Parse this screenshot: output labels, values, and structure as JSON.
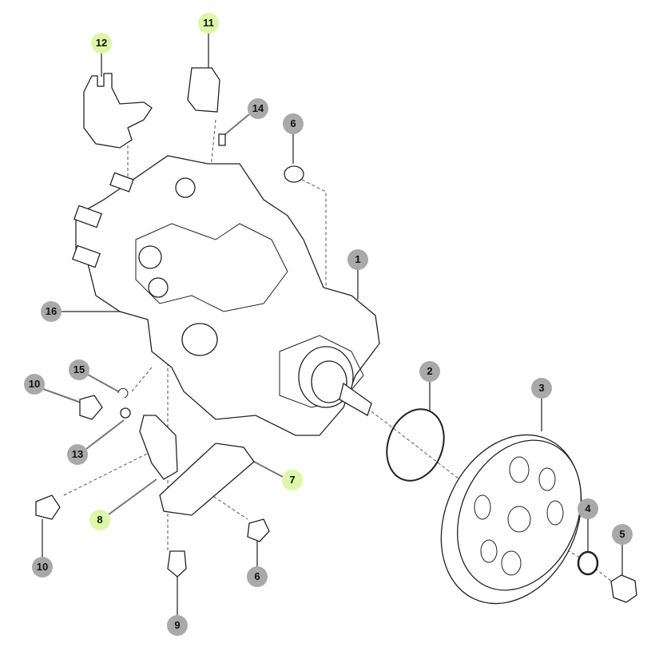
{
  "callouts": [
    {
      "label": "12",
      "highlight": true
    },
    {
      "label": "11",
      "highlight": true
    },
    {
      "label": "14",
      "highlight": false
    },
    {
      "label": "6",
      "highlight": false
    },
    {
      "label": "1",
      "highlight": false
    },
    {
      "label": "16",
      "highlight": false
    },
    {
      "label": "2",
      "highlight": false
    },
    {
      "label": "3",
      "highlight": false
    },
    {
      "label": "15",
      "highlight": false
    },
    {
      "label": "10",
      "highlight": false
    },
    {
      "label": "13",
      "highlight": false
    },
    {
      "label": "7",
      "highlight": true
    },
    {
      "label": "8",
      "highlight": true
    },
    {
      "label": "10",
      "highlight": false
    },
    {
      "label": "6",
      "highlight": false
    },
    {
      "label": "4",
      "highlight": false
    },
    {
      "label": "5",
      "highlight": false
    },
    {
      "label": "9",
      "highlight": false
    }
  ],
  "colors": {
    "highlight": "#dcf7a6",
    "normal": "#a9a9a9"
  }
}
